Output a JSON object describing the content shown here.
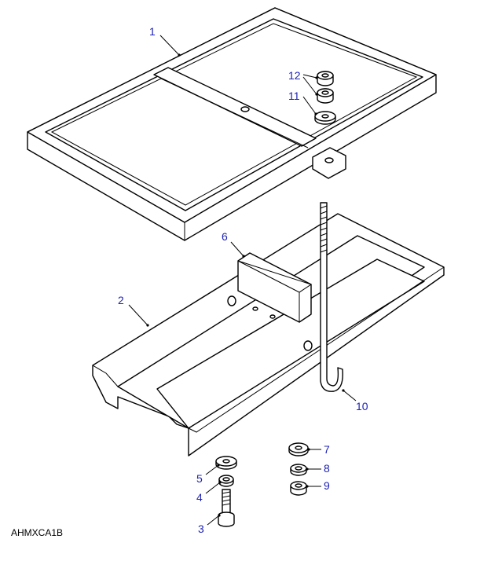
{
  "diagram": {
    "reference_code": "AHMXCA1B",
    "callouts": [
      {
        "id": "1"
      },
      {
        "id": "2"
      },
      {
        "id": "3"
      },
      {
        "id": "4"
      },
      {
        "id": "5"
      },
      {
        "id": "6"
      },
      {
        "id": "7"
      },
      {
        "id": "8"
      },
      {
        "id": "9"
      },
      {
        "id": "10"
      },
      {
        "id": "11"
      },
      {
        "id": "12"
      }
    ],
    "callout_color": "#1e22b4"
  }
}
